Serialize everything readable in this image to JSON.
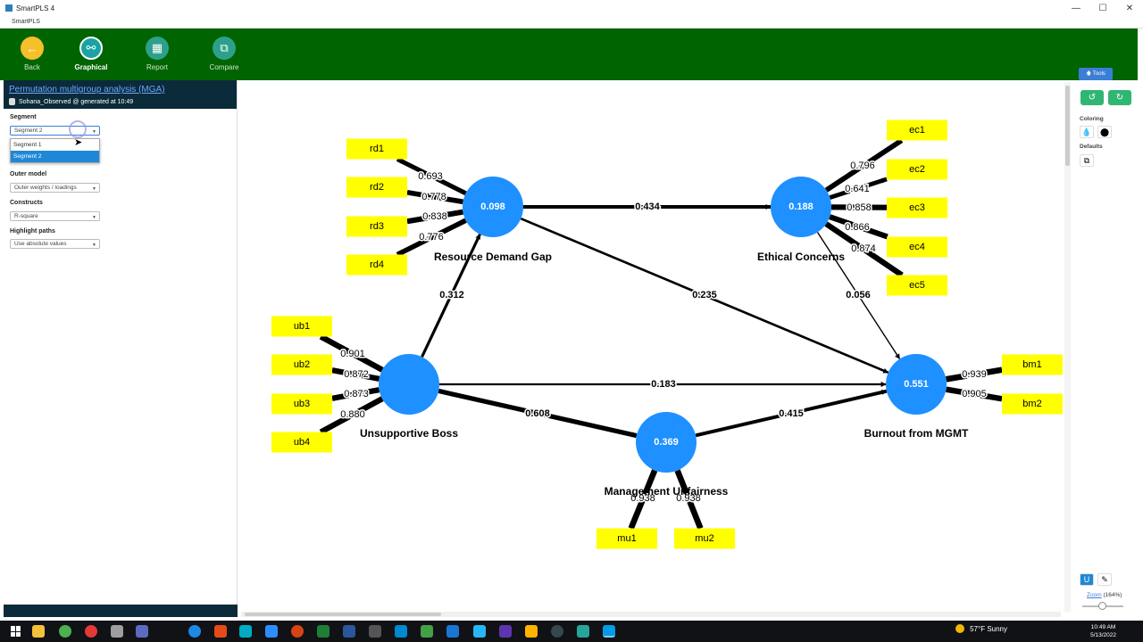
{
  "window": {
    "title": "SmartPLS 4",
    "menu_label": "SmartPLS",
    "minimize": "—",
    "maximize": "☐",
    "close": "✕"
  },
  "toolbar": {
    "back": "Back",
    "graphical": "Graphical",
    "report": "Report",
    "compare": "Compare",
    "tools": "Tools",
    "colors": {
      "bar": "#006400",
      "back_icon": "#f5c02a",
      "active_icon": "#1aa3a3",
      "inactive_icon": "#2ea08a"
    }
  },
  "left_panel": {
    "title": "Permutation multigroup analysis (MGA)",
    "subtitle": "Sohana_Observed @ generated at 10:49",
    "segment_label": "Segment",
    "segment_value": "Segment 2",
    "segment_options": [
      "Segment 1",
      "Segment 2"
    ],
    "outer_model_label": "Outer model",
    "outer_model_value": "Outer weights / loadings",
    "constructs_label": "Constructs",
    "constructs_value": "R-square",
    "highlight_label": "Highlight paths",
    "highlight_value": "Use absolute values"
  },
  "right_panel": {
    "coloring_label": "Coloring",
    "defaults_label": "Defaults",
    "zoom_label": "Zoom",
    "zoom_value": "(164%)"
  },
  "model": {
    "construct_color": "#1e90ff",
    "indicator_color": "#ffff00",
    "constructs": [
      {
        "id": "rdg",
        "name": "Resource Demand Gap",
        "value": "0.098"
      },
      {
        "id": "ec",
        "name": "Ethical Concerns",
        "value": "0.188"
      },
      {
        "id": "ub",
        "name": "Unsupportive Boss",
        "value": ""
      },
      {
        "id": "mu",
        "name": "Management Unfairness",
        "value": "0.369"
      },
      {
        "id": "bm",
        "name": "Burnout from MGMT",
        "value": "0.551"
      }
    ],
    "indicators": [
      {
        "id": "rd1",
        "construct": "rdg",
        "loading": "0.693"
      },
      {
        "id": "rd2",
        "construct": "rdg",
        "loading": "0.778"
      },
      {
        "id": "rd3",
        "construct": "rdg",
        "loading": "0.838"
      },
      {
        "id": "rd4",
        "construct": "rdg",
        "loading": "0.776"
      },
      {
        "id": "ec1",
        "construct": "ec",
        "loading": "0.796"
      },
      {
        "id": "ec2",
        "construct": "ec",
        "loading": "0.641"
      },
      {
        "id": "ec3",
        "construct": "ec",
        "loading": "0.858"
      },
      {
        "id": "ec4",
        "construct": "ec",
        "loading": "0.866"
      },
      {
        "id": "ec5",
        "construct": "ec",
        "loading": "0.874"
      },
      {
        "id": "ub1",
        "construct": "ub",
        "loading": "0.901"
      },
      {
        "id": "ub2",
        "construct": "ub",
        "loading": "0.872"
      },
      {
        "id": "ub3",
        "construct": "ub",
        "loading": "0.873"
      },
      {
        "id": "ub4",
        "construct": "ub",
        "loading": "0.880"
      },
      {
        "id": "mu1",
        "construct": "mu",
        "loading": "0.938"
      },
      {
        "id": "mu2",
        "construct": "mu",
        "loading": "0.938"
      },
      {
        "id": "bm1",
        "construct": "bm",
        "loading": "0.939"
      },
      {
        "id": "bm2",
        "construct": "bm",
        "loading": "0.905"
      }
    ],
    "paths": [
      {
        "from": "rdg",
        "to": "ec",
        "coef": "0.434"
      },
      {
        "from": "rdg",
        "to": "bm",
        "coef": "0.235"
      },
      {
        "from": "ec",
        "to": "bm",
        "coef": "0.056"
      },
      {
        "from": "ub",
        "to": "rdg",
        "coef": "0.312"
      },
      {
        "from": "ub",
        "to": "bm",
        "coef": "0.183"
      },
      {
        "from": "ub",
        "to": "mu",
        "coef": "0.608"
      },
      {
        "from": "mu",
        "to": "bm",
        "coef": "0.415"
      }
    ]
  },
  "taskbar": {
    "weather": "57°F  Sunny",
    "time": "10:49 AM",
    "date": "5/13/2022"
  }
}
